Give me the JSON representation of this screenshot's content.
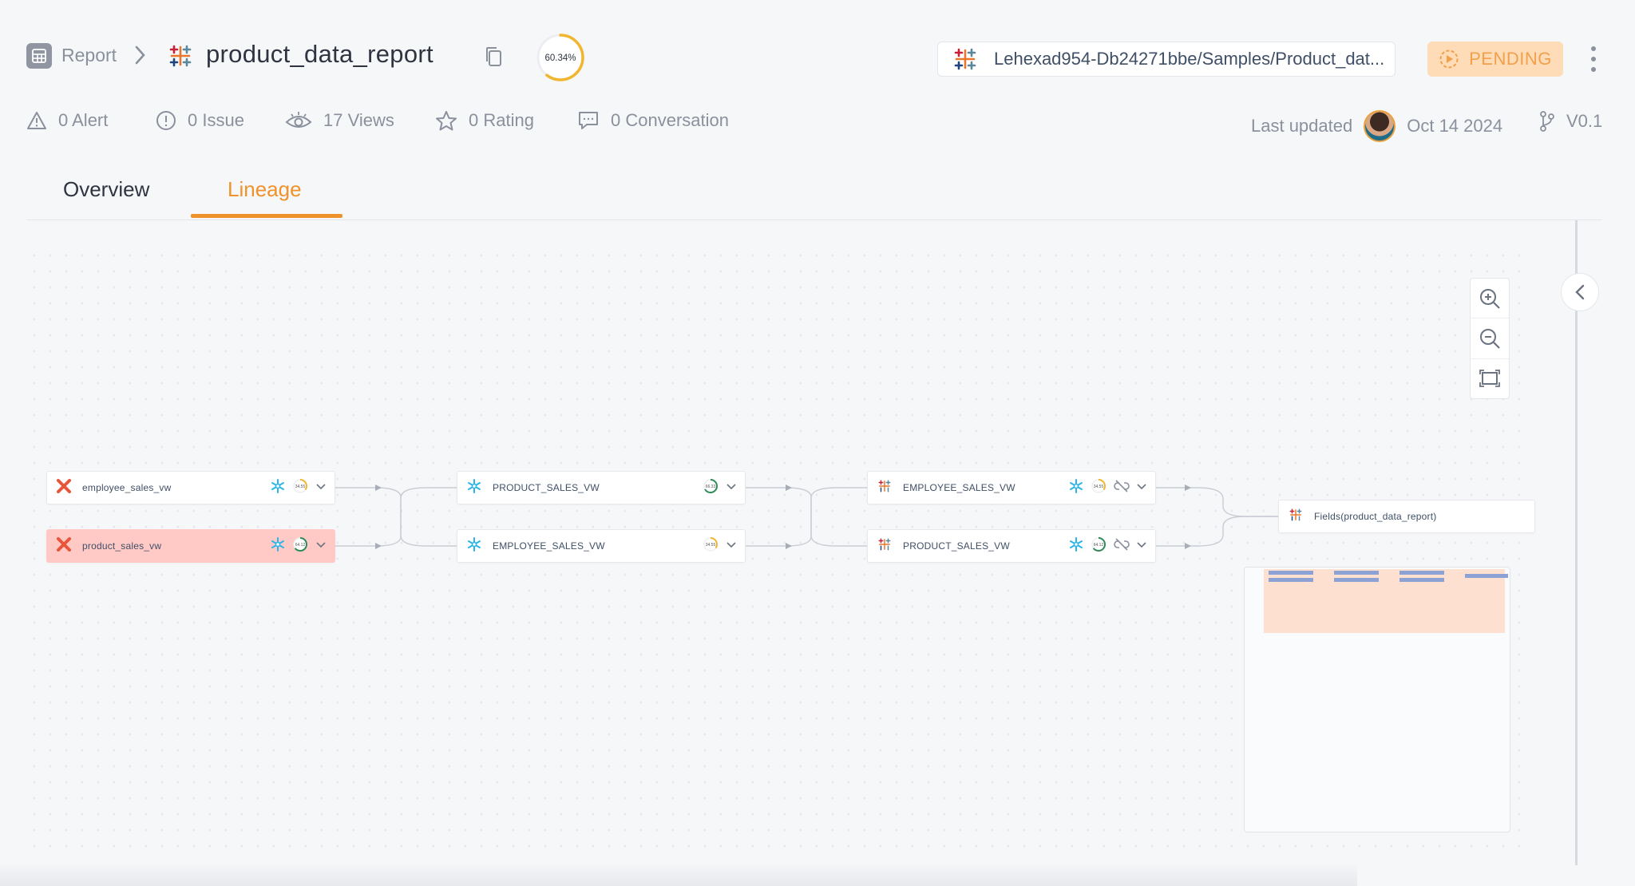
{
  "breadcrumb": {
    "parent": "Report",
    "title": "product_data_report"
  },
  "score": {
    "label": "60.34%",
    "fraction": 0.6034,
    "color": "#f2b530"
  },
  "path": {
    "text": "Lehexad954-Db24271bbe/Samples/Product_dat..."
  },
  "status": {
    "label": "PENDING",
    "color": "#f2a04a",
    "background": "#ffdcb8"
  },
  "stats": {
    "alerts": "0 Alert",
    "issues": "0 Issue",
    "views": "17 Views",
    "rating": "0  Rating",
    "conversations": "0 Conversation"
  },
  "meta": {
    "last_updated_label": "Last updated",
    "date": "Oct 14 2024",
    "version": "V0.1"
  },
  "tabs": [
    {
      "label": "Overview",
      "active": false
    },
    {
      "label": "Lineage",
      "active": true
    }
  ],
  "accent_color": "#f0922b",
  "lineage": {
    "nodes": [
      {
        "id": "n1",
        "label": "employee_sales_vw",
        "source_icon": "x-icon",
        "platform_icon": "snowflake-icon",
        "score": "34.55",
        "score_fraction": 0.3455,
        "score_color": "#f2b530",
        "selected": false,
        "unlink": false
      },
      {
        "id": "n2",
        "label": "product_sales_vw",
        "source_icon": "x-icon",
        "platform_icon": "snowflake-icon",
        "score": "64.12",
        "score_fraction": 0.6412,
        "score_color": "#2e8b57",
        "selected": true,
        "unlink": false
      },
      {
        "id": "n3",
        "label": "PRODUCT_SALES_VW",
        "source_icon": "snowflake-icon",
        "platform_icon": "",
        "score": "66.33",
        "score_fraction": 0.6633,
        "score_color": "#2e8b57",
        "selected": false,
        "unlink": false
      },
      {
        "id": "n4",
        "label": "EMPLOYEE_SALES_VW",
        "source_icon": "snowflake-icon",
        "platform_icon": "",
        "score": "34.55",
        "score_fraction": 0.3455,
        "score_color": "#f2b530",
        "selected": false,
        "unlink": false
      },
      {
        "id": "n5",
        "label": "EMPLOYEE_SALES_VW",
        "source_icon": "tableau-icon",
        "platform_icon": "snowflake-icon",
        "score": "34.55",
        "score_fraction": 0.3455,
        "score_color": "#f2b530",
        "selected": false,
        "unlink": true
      },
      {
        "id": "n6",
        "label": "PRODUCT_SALES_VW",
        "source_icon": "tableau-icon",
        "platform_icon": "snowflake-icon",
        "score": "64.12",
        "score_fraction": 0.6412,
        "score_color": "#2e8b57",
        "selected": false,
        "unlink": true
      },
      {
        "id": "n7",
        "label": "Fields(product_data_report)",
        "source_icon": "tableau-icon",
        "platform_icon": "",
        "score": "",
        "selected": false,
        "unlink": false
      }
    ]
  }
}
